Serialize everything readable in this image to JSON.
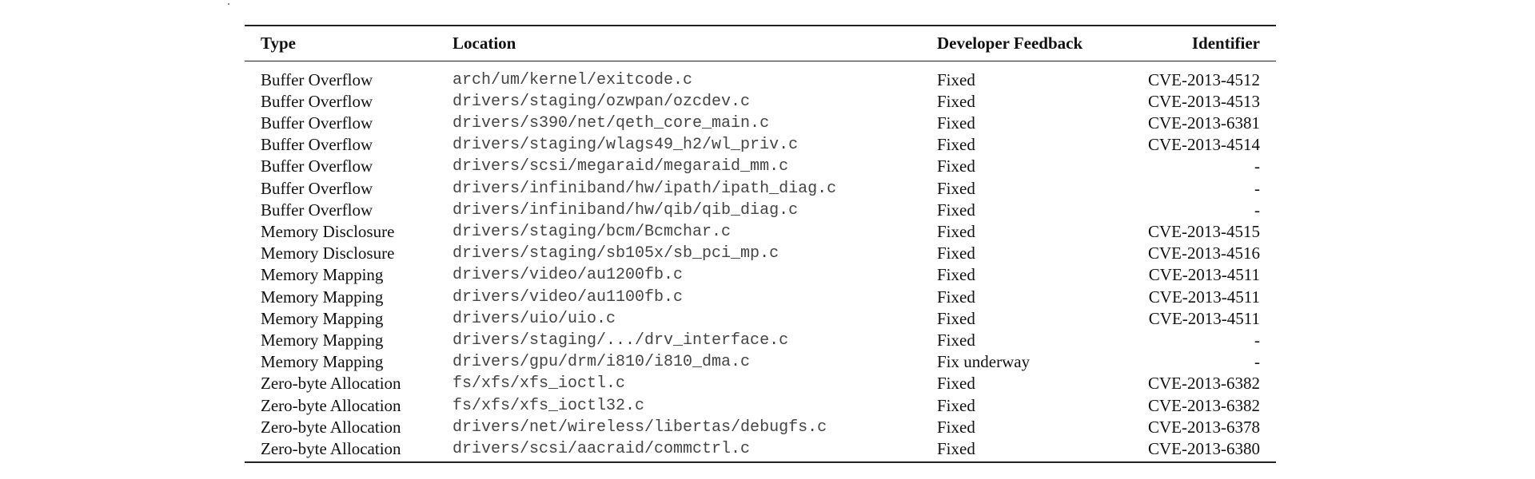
{
  "table": {
    "headers": {
      "type": "Type",
      "location": "Location",
      "feedback": "Developer Feedback",
      "identifier": "Identifier"
    },
    "rows": [
      {
        "type": "Buffer Overflow",
        "location": "arch/um/kernel/exitcode.c",
        "feedback": "Fixed",
        "identifier": "CVE-2013-4512"
      },
      {
        "type": "Buffer Overflow",
        "location": "drivers/staging/ozwpan/ozcdev.c",
        "feedback": "Fixed",
        "identifier": "CVE-2013-4513"
      },
      {
        "type": "Buffer Overflow",
        "location": "drivers/s390/net/qeth_core_main.c",
        "feedback": "Fixed",
        "identifier": "CVE-2013-6381"
      },
      {
        "type": "Buffer Overflow",
        "location": "drivers/staging/wlags49_h2/wl_priv.c",
        "feedback": "Fixed",
        "identifier": "CVE-2013-4514"
      },
      {
        "type": "Buffer Overflow",
        "location": "drivers/scsi/megaraid/megaraid_mm.c",
        "feedback": "Fixed",
        "identifier": "-"
      },
      {
        "type": "Buffer Overflow",
        "location": "drivers/infiniband/hw/ipath/ipath_diag.c",
        "feedback": "Fixed",
        "identifier": "-"
      },
      {
        "type": "Buffer Overflow",
        "location": "drivers/infiniband/hw/qib/qib_diag.c",
        "feedback": "Fixed",
        "identifier": "-"
      },
      {
        "type": "Memory Disclosure",
        "location": "drivers/staging/bcm/Bcmchar.c",
        "feedback": "Fixed",
        "identifier": "CVE-2013-4515"
      },
      {
        "type": "Memory Disclosure",
        "location": "drivers/staging/sb105x/sb_pci_mp.c",
        "feedback": "Fixed",
        "identifier": "CVE-2013-4516"
      },
      {
        "type": "Memory Mapping",
        "location": "drivers/video/au1200fb.c",
        "feedback": "Fixed",
        "identifier": "CVE-2013-4511"
      },
      {
        "type": "Memory Mapping",
        "location": "drivers/video/au1100fb.c",
        "feedback": "Fixed",
        "identifier": "CVE-2013-4511"
      },
      {
        "type": "Memory Mapping",
        "location": "drivers/uio/uio.c",
        "feedback": "Fixed",
        "identifier": "CVE-2013-4511"
      },
      {
        "type": "Memory Mapping",
        "location": "drivers/staging/.../drv_interface.c",
        "feedback": "Fixed",
        "identifier": "-"
      },
      {
        "type": "Memory Mapping",
        "location": "drivers/gpu/drm/i810/i810_dma.c",
        "feedback": "Fix underway",
        "identifier": "-"
      },
      {
        "type": "Zero-byte Allocation",
        "location": "fs/xfs/xfs_ioctl.c",
        "feedback": "Fixed",
        "identifier": "CVE-2013-6382"
      },
      {
        "type": "Zero-byte Allocation",
        "location": "fs/xfs/xfs_ioctl32.c",
        "feedback": "Fixed",
        "identifier": "CVE-2013-6382"
      },
      {
        "type": "Zero-byte Allocation",
        "location": "drivers/net/wireless/libertas/debugfs.c",
        "feedback": "Fixed",
        "identifier": "CVE-2013-6378"
      },
      {
        "type": "Zero-byte Allocation",
        "location": "drivers/scsi/aacraid/commctrl.c",
        "feedback": "Fixed",
        "identifier": "CVE-2013-6380"
      }
    ]
  }
}
